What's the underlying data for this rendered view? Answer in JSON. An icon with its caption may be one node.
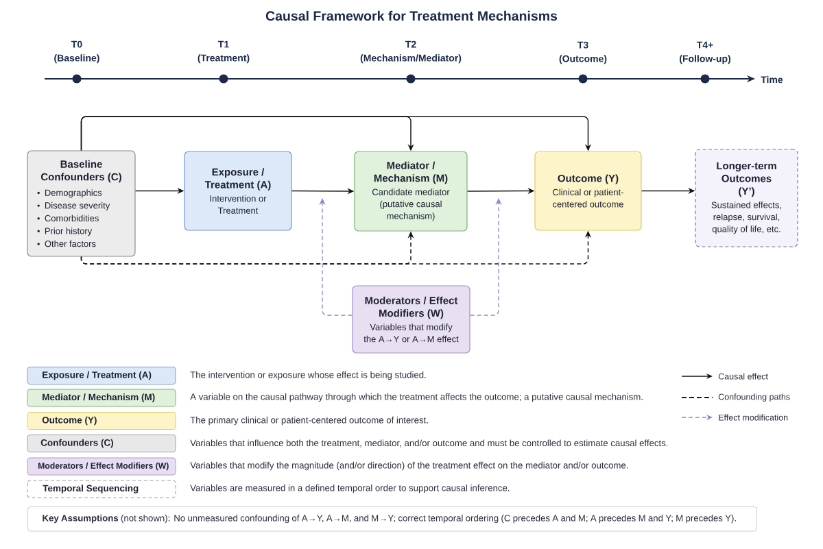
{
  "diagram": {
    "title": "Causal Framework for Treatment Mechanisms",
    "nodes": [
      {
        "text": [
          "Baseline Confounders (C)",
          "Demographics",
          "Disease severity",
          "Comorbidities",
          "Prior history",
          "Other factors"
        ]
      },
      {
        "text": [
          "Exposure / Treatment (A)",
          "Intervention or Treatment"
        ]
      },
      {
        "text": [
          "Mediator / Mechanism (M)",
          "Candidate mediator (putative causal mechanism)"
        ]
      },
      {
        "text": [
          "Outcome (Y)",
          "Clinical or patient-centered outcome"
        ]
      },
      {
        "text": [
          "Longer-term Outcomes (Y’)",
          "Sustained effects, relapse, survival, quality of life, etc."
        ]
      },
      {
        "text": [
          "Moderators / Effect Modifiers (W)",
          "Variables that modify the A→Y or A→M effect"
        ]
      },
      {
        "text": [
          "**Key Assumptions** (not shown): No unmeasured confounding of A→Y, A→M, and M→Y; correct temporal ordering (C precedes A and M; A precedes M and Y; M precedes Y)."
        ]
      }
    ],
    "edges": [
      {
        "from": 0,
        "to": 1,
        "arrow": "to"
      },
      {
        "from": 1,
        "to": 2,
        "arrow": "to"
      },
      {
        "from": 2,
        "to": 3,
        "arrow": "to"
      },
      {
        "from": 3,
        "to": 4,
        "arrow": "to"
      },
      {
        "from": 0,
        "to": 2,
        "arrow": "to"
      },
      {
        "from": 0,
        "to": 3,
        "arrow": "to"
      },
      {
        "from": 0,
        "to": 2,
        "arrow": "to",
        "style": "dashed"
      },
      {
        "from": 0,
        "to": 3,
        "arrow": "to",
        "style": "dashed"
      },
      {
        "from": 5,
        "to": null,
        "arrow": "to",
        "style": "dashed",
        "color": "#9b7fc6"
      },
      {
        "from": 5,
        "to": null,
        "arrow": "to",
        "style": "dashed",
        "color": "#9b7fc6"
      }
    ],
    "labels": [
      "T0 (Baseline)",
      "T1 (Treatment)",
      "T2 (Mechanism/Mediator)",
      "T3 (Outcome)",
      "T4+ (Follow-up)",
      "Time",
      "The intervention or exposure whose effect is being studied.",
      "A variable on the causal pathway through which the treatment affects the outcome; a putative causal mechanism.",
      "The primary clinical or patient-centered outcome of interest.",
      "Variables that influence both the treatment, mediator, and/or outcome and must be controlled to estimate causal effects.",
      "Variables that modify the magnitude (and/or direction) of the treatment effect on the mediator and/or outcome.",
      "Variables are measured in a defined temporal order to support causal inference."
    ],
    "legend": [
      {
        "text": "Exposure / Treatment (A)",
        "color": "#dce8f8"
      },
      {
        "text": "Mediator / Mechanism (M)",
        "color": "#dff0db"
      },
      {
        "text": "Outcome (Y)",
        "color": "#fdf4c8"
      },
      {
        "text": "Confounders (C)",
        "color": "#e8e8e8"
      },
      {
        "text": "Moderators / Effect Modifiers (W)",
        "color": "#e7def2"
      },
      {
        "text": "Temporal Sequencing"
      },
      {
        "text": "Causal effect"
      },
      {
        "text": "Confounding paths"
      },
      {
        "text": "Effect modification"
      }
    ]
  }
}
